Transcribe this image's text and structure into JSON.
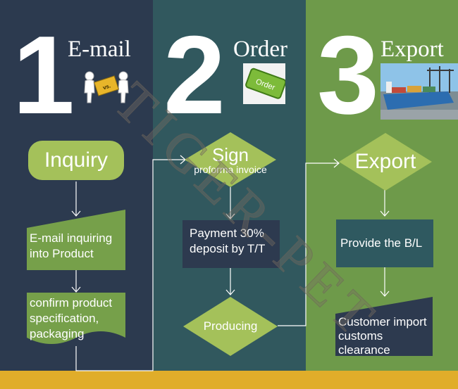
{
  "steps": [
    {
      "number": "1",
      "title": "E-mail"
    },
    {
      "number": "2",
      "title": "Order"
    },
    {
      "number": "3",
      "title": "Export"
    }
  ],
  "images": {
    "order_key_label": "Order",
    "email_card_label": "vs."
  },
  "col1": {
    "inquiry": "Inquiry",
    "email_inquiring": "E-mail inquiring into Product",
    "confirm": "confirm product specification, packaging"
  },
  "col2": {
    "sign": "Sign",
    "proforma": "proforma invoice",
    "payment": "Payment 30% deposit by T/T",
    "producing": "Producing"
  },
  "col3": {
    "export": "Export",
    "bl": "Provide the B/L",
    "customs": "Customer import customs clearance"
  },
  "watermark": "TIGER-PET",
  "colors": {
    "col1_bg": "#2c3a4f",
    "col2_bg": "#31585e",
    "col3_bg": "#6e9a4a",
    "light_green": "#a4c15a",
    "mid_green": "#76a04a",
    "dark_box": "#2d3a4f",
    "teal_box": "#2f5960",
    "bottom_bar": "#e0ad2a"
  }
}
